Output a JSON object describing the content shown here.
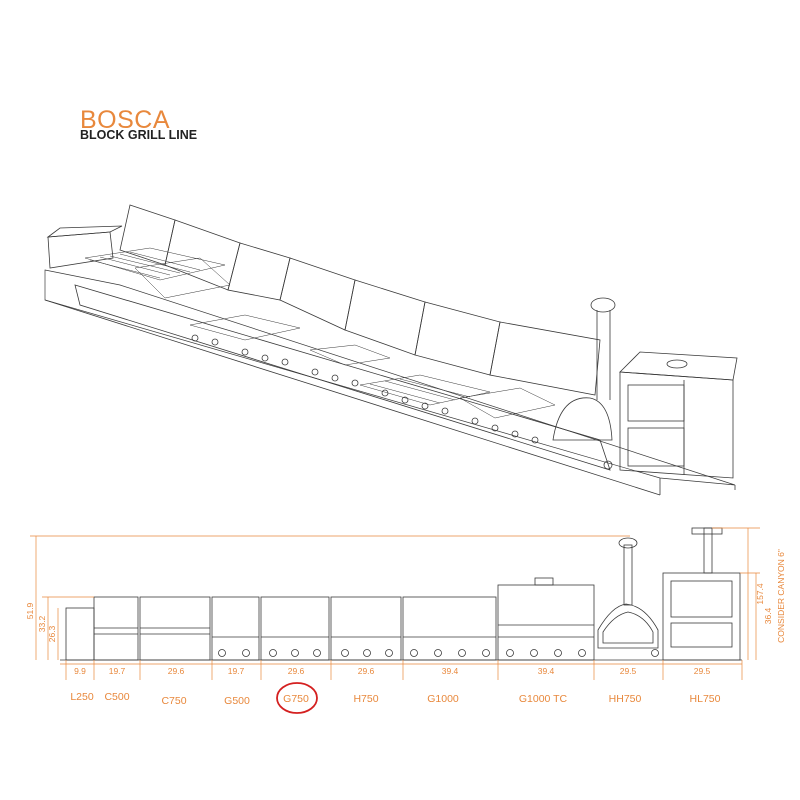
{
  "header": {
    "brand": "BOSCA",
    "subtitle": "BLOCK GRILL LINE"
  },
  "colors": {
    "accent": "#e8883c",
    "line": "#3a3a3a",
    "highlight": "#d42020"
  },
  "elevation": {
    "widths": [
      "9.9",
      "19.7",
      "29.6",
      "19.7",
      "29.6",
      "29.6",
      "39.4",
      "39.4",
      "29.5",
      "29.5"
    ],
    "heights": {
      "total": "51.9",
      "counter": "33.2",
      "base": "26.3",
      "oven_right": "157.4",
      "oven_box": "36.4"
    },
    "note": "CONSIDER CANYON 6\""
  },
  "modules": [
    {
      "label": "L250"
    },
    {
      "label": "C500"
    },
    {
      "label": "C750"
    },
    {
      "label": "G500"
    },
    {
      "label": "G750",
      "highlighted": true
    },
    {
      "label": "H750"
    },
    {
      "label": "G1000"
    },
    {
      "label": "G1000 TC"
    },
    {
      "label": "HH750"
    },
    {
      "label": "HL750"
    }
  ]
}
